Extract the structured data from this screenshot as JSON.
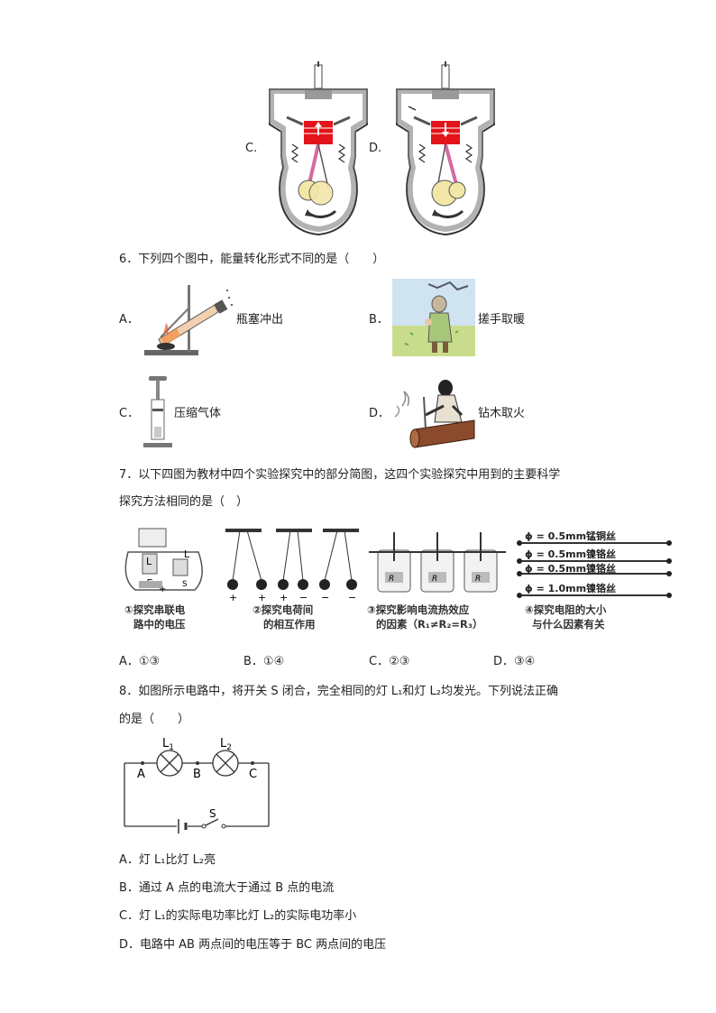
{
  "q5": {
    "optC": "C.",
    "optD": "D."
  },
  "q6": {
    "stem": "6．下列四个图中，能量转化形式不同的是（　　）",
    "options": [
      {
        "letter": "A．",
        "text": "瓶塞冲出"
      },
      {
        "letter": "B．",
        "text": "搓手取暖"
      },
      {
        "letter": "C．",
        "text": "压缩气体"
      },
      {
        "letter": "D．",
        "text": "钻木取火"
      }
    ]
  },
  "q7": {
    "stem1": "7．以下四图为教材中四个实验探究中的部分简图，这四个实验探究中用到的主要科学",
    "stem2": "探究方法相同的是（　）",
    "panels": {
      "p1": {
        "l1": "L",
        "l2": "L",
        "e": "E",
        "plus": "+",
        "s": "S",
        "cap1": "①探究串联电",
        "cap2": "路中的电压"
      },
      "p2": {
        "cap1": "②探究电荷间",
        "cap2": "的相互作用",
        "signs": [
          "+",
          "+",
          "+",
          "−",
          "−",
          "−"
        ]
      },
      "p3": {
        "r1": "R",
        "r2": "R",
        "r3": "R",
        "cap1": "③探究影响电流热效应",
        "cap2": "的因素（R₁≠R₂=R₃）"
      },
      "p4": {
        "w1": "ϕ = 0.5mm",
        "m1": "锰铜丝",
        "w2": "ϕ = 0.5mm",
        "m2": "镍铬丝",
        "w3": "ϕ = 0.5mm",
        "m3": "镍铬丝",
        "w4": "ϕ = 1.0mm",
        "m4": "镍铬丝",
        "cap1": "④探究电阻的大小",
        "cap2": "与什么因素有关"
      }
    },
    "options": [
      {
        "letter": "A．",
        "text": "①③"
      },
      {
        "letter": "B．",
        "text": "①④"
      },
      {
        "letter": "C．",
        "text": "②③"
      },
      {
        "letter": "D．",
        "text": "③④"
      }
    ]
  },
  "q8": {
    "stem1": "8．如图所示电路中，将开关 S 闭合，完全相同的灯 L₁和灯 L₂均发光。下列说法正确",
    "stem2": "的是（　　）",
    "circuit": {
      "l1": "L",
      "l1sub": "1",
      "l2": "L",
      "l2sub": "2",
      "a": "A",
      "b": "B",
      "c": "C",
      "s": "S"
    },
    "options": [
      {
        "letter": "A．",
        "text": "灯 L₁比灯 L₂亮"
      },
      {
        "letter": "B．",
        "text": "通过 A 点的电流大于通过 B 点的电流"
      },
      {
        "letter": "C．",
        "text": "灯 L₁的实际电功率比灯 L₂的实际电功率小"
      },
      {
        "letter": "D．",
        "text": "电路中 AB 两点间的电压等于 BC 两点间的电压"
      }
    ]
  }
}
